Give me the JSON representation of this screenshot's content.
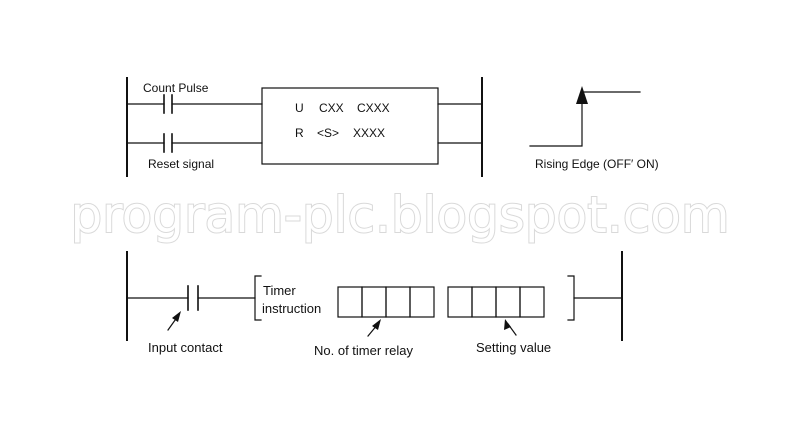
{
  "counter_diagram": {
    "count_pulse_label": "Count Pulse",
    "reset_signal_label": "Reset signal",
    "box_row1": {
      "c1": "U",
      "c2": "CXX",
      "c3": "CXXX"
    },
    "box_row2": {
      "c1": "R",
      "c2": "<S>",
      "c3": "XXXX"
    }
  },
  "rising_edge": {
    "label": "Rising Edge (OFF′ ON)"
  },
  "watermark": {
    "text": "program-plc.blogspot.com"
  },
  "timer_diagram": {
    "instruction_line1": "Timer",
    "instruction_line2": "instruction",
    "input_contact_label": "Input contact",
    "timer_relay_label": "No. of timer relay",
    "setting_value_label": "Setting value"
  }
}
